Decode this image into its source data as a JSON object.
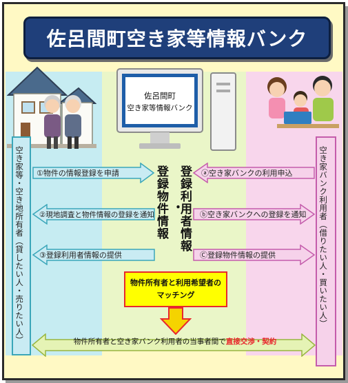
{
  "title": "佐呂間町空き家等情報バンク",
  "monitor_label_1": "佐呂間町",
  "monitor_label_2": "空き家等情報バンク",
  "left_sidebar": "空き家等・空き地所有者（貸したい人・売りたい人）",
  "right_sidebar": "空き家バンク利用者（借りたい人・買いたい人）",
  "center_left_vertical": "登録物件情報",
  "center_right_vertical": "登録利用者情報",
  "center_dot": "・",
  "left_arrows": [
    "①物件の情報登録を申請",
    "②現地調査と物件情報の登録を通知",
    "③登録利用者情報の提供"
  ],
  "right_arrows": [
    "ⓐ空き家バンクの利用申込",
    "ⓑ空き家バンクへの登録を通知",
    "Ⓒ登録物件情報の提供"
  ],
  "matching_line1": "物件所有者と利用希望者の",
  "matching_line2": "マッチング",
  "bottom_text_main": "物件所有者と空き家バンク利用者の当事者間で",
  "bottom_text_red": "直接交渉・契約",
  "colors": {
    "title_bg": "#1f3f7a",
    "left_arrow_fill": "#c9ebf3",
    "left_arrow_stroke": "#3aa6b9",
    "right_arrow_fill": "#f6d2ea",
    "right_arrow_stroke": "#c45cab",
    "bottom_arrow_fill": "#e5f3b5",
    "bottom_arrow_stroke": "#98b640",
    "matching_bg": "#ffff00",
    "down_arrow": "#f5d300",
    "accent_red": "#e8232b"
  }
}
